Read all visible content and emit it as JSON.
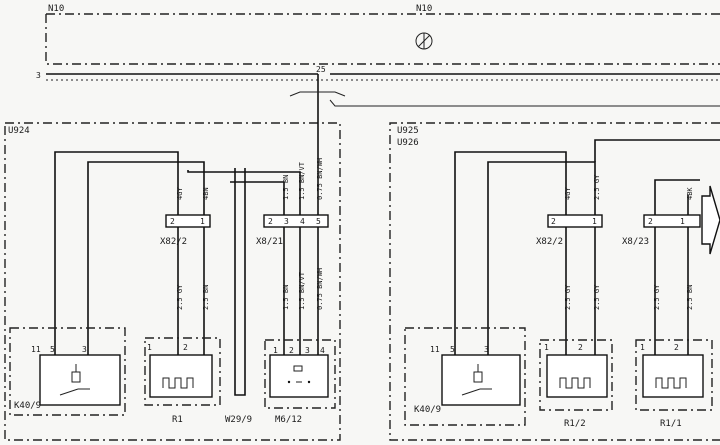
{
  "top": {
    "left_label": "N10",
    "center_label": "N10",
    "pin_3": "3",
    "pin_25": "25"
  },
  "left_group": {
    "title": "U924",
    "connector_a": {
      "name": "X82/2",
      "pins": [
        "2",
        "1"
      ]
    },
    "connector_b": {
      "name": "X8/21",
      "pins": [
        "2",
        "3",
        "4",
        "5"
      ]
    },
    "wires_upper": [
      "4GY",
      "4BN",
      "1.5 BN",
      "1.5 BN/VT",
      "0.75 BN/WH"
    ],
    "wires_lower": [
      "2.5 GY",
      "2.5 BN",
      "1.5 BN",
      "1.5 BN/VT",
      "0.75 BN/WH"
    ],
    "components": [
      {
        "name": "K40/9",
        "pins": [
          "11",
          "5",
          "3"
        ]
      },
      {
        "name": "R1",
        "pins": [
          "1",
          "2"
        ]
      },
      {
        "name": "W29/9"
      },
      {
        "name": "M6/12",
        "pins": [
          "1",
          "2",
          "3",
          "4"
        ]
      }
    ]
  },
  "right_group": {
    "title": "U925",
    "title2": "U926",
    "connector_a": {
      "name": "X82/2",
      "pins": [
        "2",
        "1"
      ]
    },
    "connector_b": {
      "name": "X8/23",
      "pins": [
        "2",
        "1"
      ]
    },
    "wires_upper": [
      "4GY",
      "2.5 GY",
      "4BK"
    ],
    "wires_lower": [
      "2.5 GY",
      "2.5 GY",
      "2.5 GY",
      "2.5 BN"
    ],
    "components": [
      {
        "name": "K40/9",
        "pins": [
          "11",
          "5",
          "3"
        ]
      },
      {
        "name": "R1/2",
        "pins": [
          "1",
          "2"
        ]
      },
      {
        "name": "R1/1",
        "pins": [
          "1",
          "2"
        ]
      }
    ]
  }
}
